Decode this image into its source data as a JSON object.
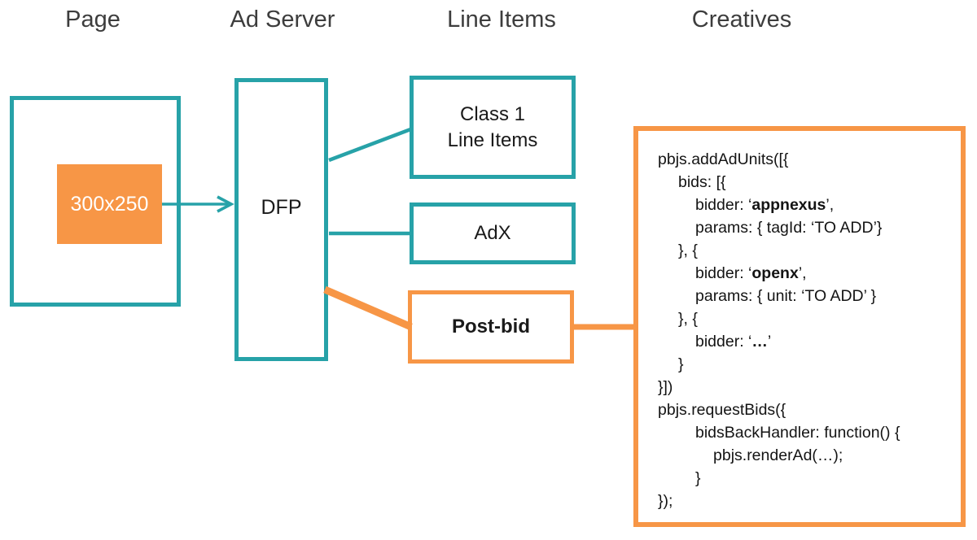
{
  "colors": {
    "teal": "#27a2a8",
    "orange": "#f79646",
    "heading_text": "#3d3d3d",
    "code_text": "#141414",
    "slot_text": "#ffffff"
  },
  "headers": {
    "page": "Page",
    "ad_server": "Ad Server",
    "line_items": "Line Items",
    "creatives": "Creatives"
  },
  "boxes": {
    "ad_slot": {
      "label": "300x250"
    },
    "dfp": {
      "label": "DFP"
    },
    "class1": {
      "line1": "Class 1",
      "line2": "Line Items"
    },
    "adx": {
      "label": "AdX"
    },
    "postbid": {
      "label": "Post-bid"
    }
  },
  "code": {
    "lines": [
      {
        "indent": 0,
        "segments": [
          {
            "t": "pbjs.addAdUnits([{"
          }
        ]
      },
      {
        "indent": 1,
        "segments": [
          {
            "t": "bids: [{"
          }
        ]
      },
      {
        "indent": 2,
        "segments": [
          {
            "t": "bidder: ‘"
          },
          {
            "t": "appnexus",
            "b": true
          },
          {
            "t": "’,"
          }
        ]
      },
      {
        "indent": 2,
        "segments": [
          {
            "t": "params: { tagId: ‘TO ADD’}"
          }
        ]
      },
      {
        "indent": 1,
        "segments": [
          {
            "t": "}, {"
          }
        ]
      },
      {
        "indent": 2,
        "segments": [
          {
            "t": "bidder: ‘"
          },
          {
            "t": "openx",
            "b": true
          },
          {
            "t": "’,"
          }
        ]
      },
      {
        "indent": 2,
        "segments": [
          {
            "t": "params: { unit: ‘TO ADD’ }"
          }
        ]
      },
      {
        "indent": 1,
        "segments": [
          {
            "t": "}, {"
          }
        ]
      },
      {
        "indent": 2,
        "segments": [
          {
            "t": "bidder: ‘"
          },
          {
            "t": "…",
            "b": true
          },
          {
            "t": "’"
          }
        ]
      },
      {
        "indent": 1,
        "segments": [
          {
            "t": "}"
          }
        ]
      },
      {
        "indent": 0,
        "segments": [
          {
            "t": "}])"
          }
        ]
      },
      {
        "indent": 0,
        "segments": [
          {
            "t": "pbjs.requestBids({"
          }
        ]
      },
      {
        "indent": 2,
        "segments": [
          {
            "t": "bidsBackHandler: function() {"
          }
        ]
      },
      {
        "indent": 3,
        "segments": [
          {
            "t": "pbjs.renderAd(…);"
          }
        ]
      },
      {
        "indent": 2,
        "segments": [
          {
            "t": "}"
          }
        ]
      },
      {
        "indent": 0,
        "segments": [
          {
            "t": "});"
          }
        ]
      }
    ]
  }
}
